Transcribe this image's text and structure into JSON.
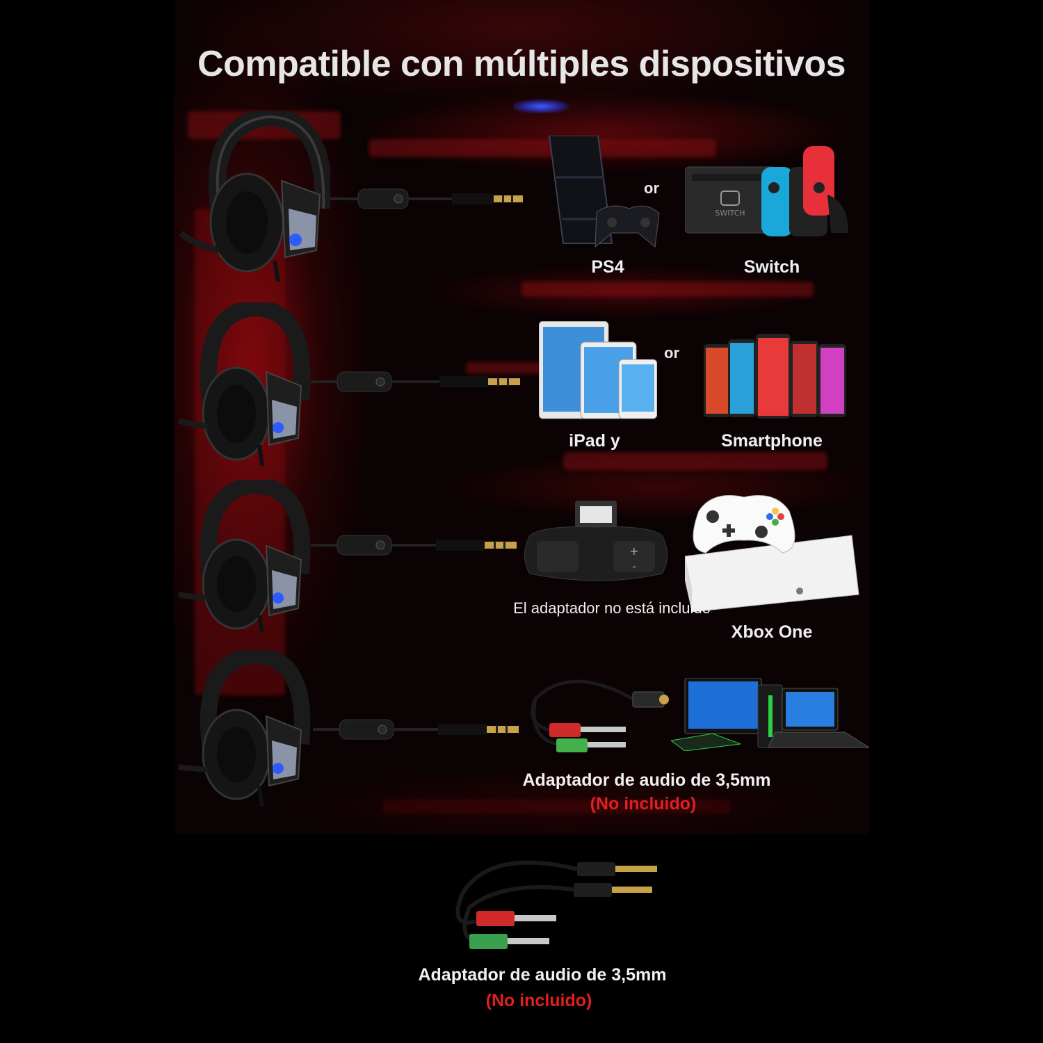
{
  "title": "Compatible con múltiples dispositivos",
  "rows": [
    {
      "left_label": "PS4",
      "connector": "or",
      "right_label": "Switch"
    },
    {
      "left_label": "iPad y",
      "connector": "or",
      "right_label": "Smartphone"
    },
    {
      "left_label": "El adaptador no está incluido",
      "right_label": "Xbox One"
    },
    {
      "label": "Adaptador de audio de 3,5mm",
      "note": "(No incluido)"
    }
  ],
  "bottom": {
    "label": "Adaptador de audio de 3,5mm",
    "note": "(No incluido)"
  },
  "colors": {
    "background": "#000000",
    "glow": "#96090f",
    "text": "#f0f0f0",
    "note_red": "#e02020",
    "led_blue": "#3d5cff"
  },
  "icons": [
    "headset-icon",
    "cable-icon",
    "ps4-console-icon",
    "switch-console-icon",
    "ipad-icon",
    "smartphones-icon",
    "xbox-adapter-icon",
    "xbox-one-icon",
    "splitter-cable-icon",
    "pc-laptop-icon"
  ]
}
